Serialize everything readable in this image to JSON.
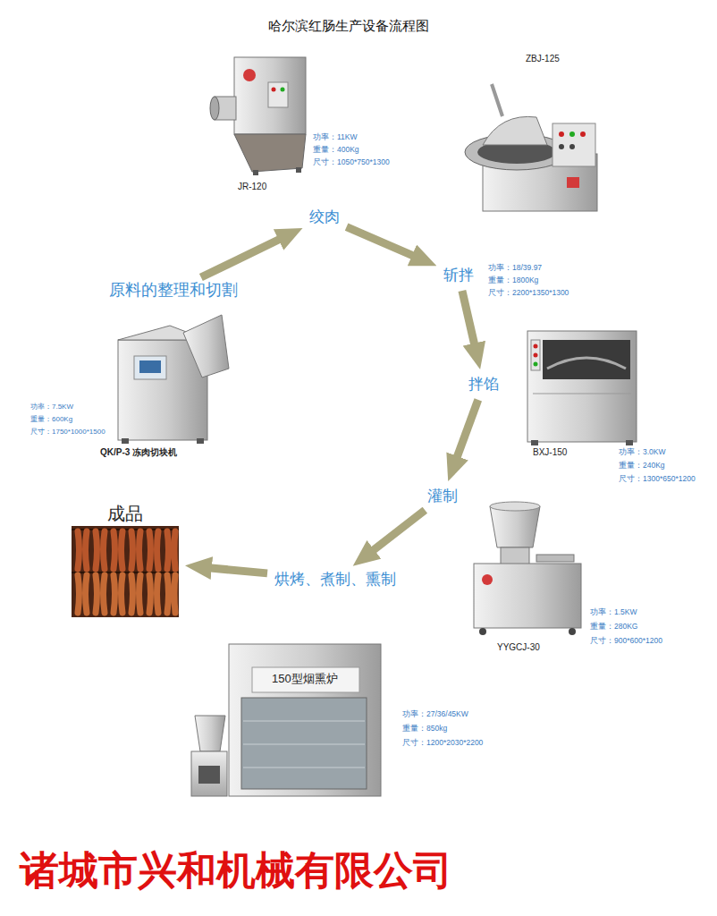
{
  "diagram": {
    "title": "哈尔滨红肠生产设备流程图",
    "nodes": [
      {
        "text": [
          "原料的整理和切割"
        ]
      },
      {
        "text": [
          "绞肉"
        ]
      },
      {
        "text": [
          "斩拌"
        ]
      },
      {
        "text": [
          "拌馅"
        ]
      },
      {
        "text": [
          "灌制"
        ]
      },
      {
        "text": [
          "烘烤、煮制、熏制"
        ]
      },
      {
        "text": [
          "成品"
        ]
      }
    ],
    "edges": [
      {
        "from": 0,
        "to": 1,
        "arrow": "to"
      },
      {
        "from": 1,
        "to": 2,
        "arrow": "to"
      },
      {
        "from": 2,
        "to": 3,
        "arrow": "to"
      },
      {
        "from": 3,
        "to": 4,
        "arrow": "to"
      },
      {
        "from": 4,
        "to": 5,
        "arrow": "to"
      },
      {
        "from": 5,
        "to": 6,
        "arrow": "to"
      }
    ],
    "labels": [
      "ZBJ-125",
      "功率：11KW",
      "重量：400Kg",
      "尺寸：1050*750*1300",
      "JR-120",
      "功率：18/39.97",
      "重量：1800Kg",
      "尺寸：2200*1350*1300",
      "功率：7.5KW",
      "重量：600Kg",
      "尺寸：1750*1000*1500",
      "QK/P-3 冻肉切块机",
      "BXJ-150",
      "功率：3.0KW",
      "重量：240Kg",
      "尺寸：1300*650*1200",
      "功率：1.5KW",
      "重量：280KG",
      "尺寸：900*600*1200",
      "YYGCJ-30",
      "150型烟熏炉",
      "功率：27/36/45KW",
      "重量：850kg",
      "尺寸：1200*2030*2200",
      "诸城市兴和机械有限公司"
    ]
  }
}
